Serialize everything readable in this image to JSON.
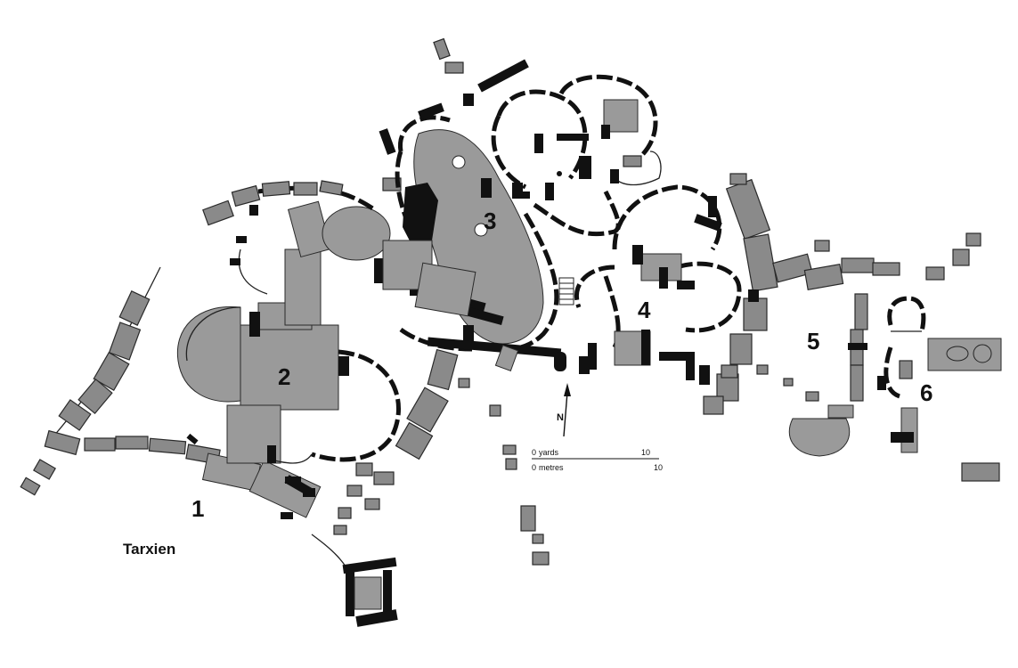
{
  "map": {
    "site_name": "Tarxien",
    "area_labels": [
      "1",
      "2",
      "3",
      "4",
      "5",
      "6"
    ],
    "north_label": "N",
    "scale": {
      "yards_zero": "0",
      "yards_unit": "yards",
      "yards_end": "10",
      "metres_zero": "0",
      "metres_unit": "metres",
      "metres_end": "10"
    }
  }
}
